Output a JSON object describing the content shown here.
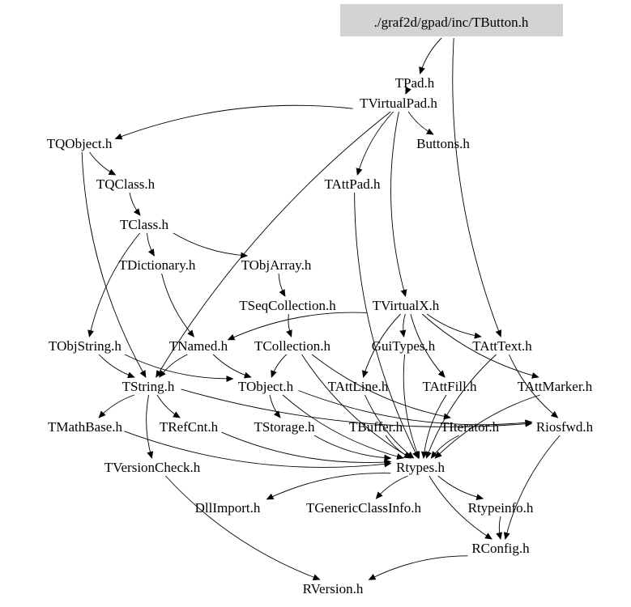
{
  "graph": {
    "root": "./graf2d/gpad/inc/TButton.h",
    "root_fill": "#d3d3d3",
    "nodes": {
      "TButton": "./graf2d/gpad/inc/TButton.h",
      "TPad": "TPad.h",
      "TVirtualPad": "TVirtualPad.h",
      "TQObject": "TQObject.h",
      "Buttons": "Buttons.h",
      "TQClass": "TQClass.h",
      "TAttPad": "TAttPad.h",
      "TClass": "TClass.h",
      "TDictionary": "TDictionary.h",
      "TObjArray": "TObjArray.h",
      "TSeqCollection": "TSeqCollection.h",
      "TVirtualX": "TVirtualX.h",
      "TObjString": "TObjString.h",
      "TNamed": "TNamed.h",
      "TCollection": "TCollection.h",
      "GuiTypes": "GuiTypes.h",
      "TAttText": "TAttText.h",
      "TString": "TString.h",
      "TObject": "TObject.h",
      "TAttLine": "TAttLine.h",
      "TAttFill": "TAttFill.h",
      "TAttMarker": "TAttMarker.h",
      "TMathBase": "TMathBase.h",
      "TRefCnt": "TRefCnt.h",
      "TStorage": "TStorage.h",
      "TBuffer": "TBuffer.h",
      "TIterator": "TIterator.h",
      "Riosfwd": "Riosfwd.h",
      "TVersionCheck": "TVersionCheck.h",
      "Rtypes": "Rtypes.h",
      "DllImport": "DllImport.h",
      "TGenericClassInfo": "TGenericClassInfo.h",
      "Rtypeinfo": "Rtypeinfo.h",
      "RConfig": "RConfig.h",
      "RVersion": "RVersion.h"
    },
    "edges": [
      [
        "TButton",
        "TPad"
      ],
      [
        "TButton",
        "TAttText"
      ],
      [
        "TPad",
        "TVirtualPad"
      ],
      [
        "TVirtualPad",
        "TQObject"
      ],
      [
        "TVirtualPad",
        "Buttons"
      ],
      [
        "TVirtualPad",
        "TAttPad"
      ],
      [
        "TVirtualPad",
        "TVirtualX"
      ],
      [
        "TVirtualPad",
        "TString"
      ],
      [
        "TQObject",
        "TQClass"
      ],
      [
        "TQObject",
        "TString"
      ],
      [
        "TQClass",
        "TClass"
      ],
      [
        "TClass",
        "TDictionary"
      ],
      [
        "TClass",
        "TObjArray"
      ],
      [
        "TClass",
        "TObjString"
      ],
      [
        "TDictionary",
        "TNamed"
      ],
      [
        "TObjArray",
        "TSeqCollection"
      ],
      [
        "TSeqCollection",
        "TCollection"
      ],
      [
        "TAttPad",
        "Rtypes"
      ],
      [
        "TVirtualX",
        "TNamed"
      ],
      [
        "TVirtualX",
        "GuiTypes"
      ],
      [
        "TVirtualX",
        "TAttText"
      ],
      [
        "TVirtualX",
        "TAttLine"
      ],
      [
        "TVirtualX",
        "TAttFill"
      ],
      [
        "TVirtualX",
        "TAttMarker"
      ],
      [
        "TObjString",
        "TString"
      ],
      [
        "TObjString",
        "TObject"
      ],
      [
        "TNamed",
        "TString"
      ],
      [
        "TNamed",
        "TObject"
      ],
      [
        "TCollection",
        "TObject"
      ],
      [
        "TCollection",
        "TIterator"
      ],
      [
        "TCollection",
        "Rtypes"
      ],
      [
        "GuiTypes",
        "Rtypes"
      ],
      [
        "TAttText",
        "Rtypes"
      ],
      [
        "TAttText",
        "Riosfwd"
      ],
      [
        "TString",
        "TMathBase"
      ],
      [
        "TString",
        "TRefCnt"
      ],
      [
        "TString",
        "Riosfwd"
      ],
      [
        "TString",
        "TVersionCheck"
      ],
      [
        "TObject",
        "TStorage"
      ],
      [
        "TObject",
        "Rtypes"
      ],
      [
        "TObject",
        "Riosfwd"
      ],
      [
        "TAttLine",
        "Rtypes"
      ],
      [
        "TAttFill",
        "Rtypes"
      ],
      [
        "TAttMarker",
        "Rtypes"
      ],
      [
        "TMathBase",
        "Rtypes"
      ],
      [
        "TRefCnt",
        "Rtypes"
      ],
      [
        "TStorage",
        "Rtypes"
      ],
      [
        "TBuffer",
        "Rtypes"
      ],
      [
        "TIterator",
        "Rtypes"
      ],
      [
        "Riosfwd",
        "RConfig"
      ],
      [
        "Rtypes",
        "DllImport"
      ],
      [
        "Rtypes",
        "TGenericClassInfo"
      ],
      [
        "Rtypes",
        "Rtypeinfo"
      ],
      [
        "Rtypes",
        "RConfig"
      ],
      [
        "TVersionCheck",
        "RVersion"
      ],
      [
        "Rtypeinfo",
        "RConfig"
      ],
      [
        "RConfig",
        "RVersion"
      ]
    ]
  }
}
